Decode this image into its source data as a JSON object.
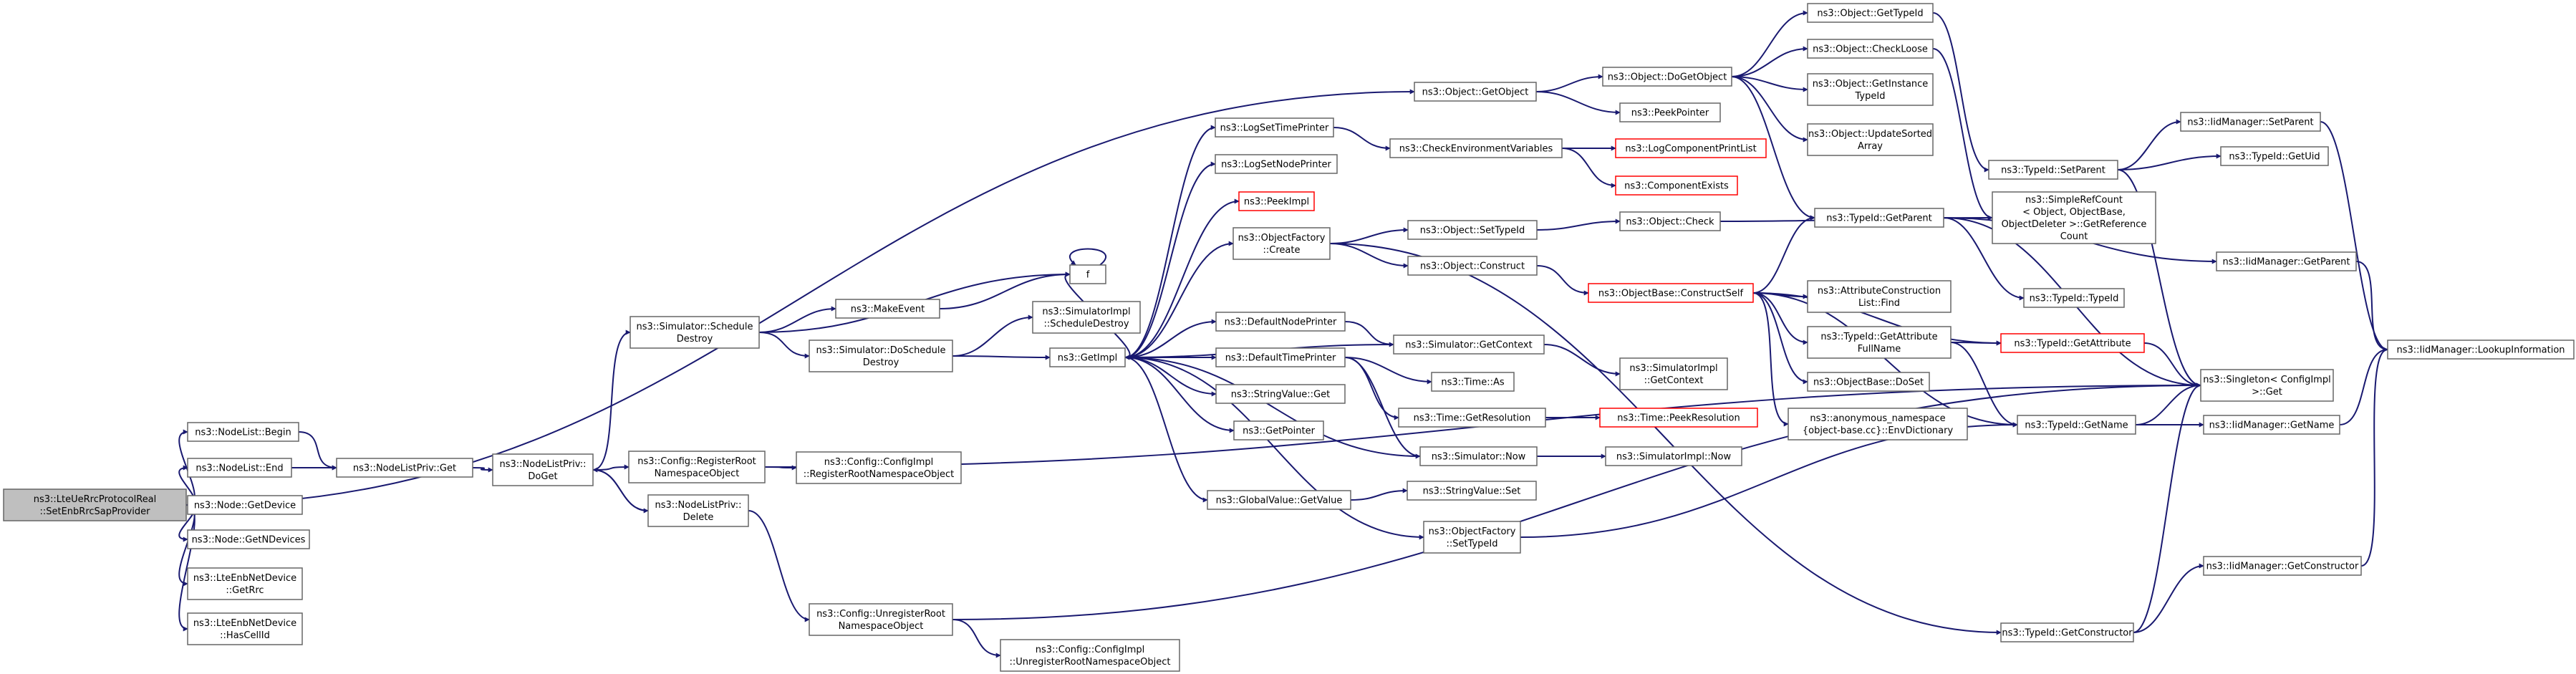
{
  "colors": {
    "edge": "#191970",
    "node_border": "#666666",
    "root_fill": "#bfbfbf",
    "red_border": "#ff0000",
    "node_fill": "#ffffff"
  },
  "nodes": {
    "root": [
      "ns3::LteUeRrcProtocolReal",
      "::SetEnbRrcSapProvider"
    ],
    "nodelist_begin": [
      "ns3::NodeList::Begin"
    ],
    "nodelist_end": [
      "ns3::NodeList::End"
    ],
    "node_getdevice": [
      "ns3::Node::GetDevice"
    ],
    "node_getndevices": [
      "ns3::Node::GetNDevices"
    ],
    "enb_getrrc": [
      "ns3::LteEnbNetDevice",
      "::GetRrc"
    ],
    "enb_hascellid": [
      "ns3::LteEnbNetDevice",
      "::HasCellId"
    ],
    "nlp_get": [
      "ns3::NodeListPriv::Get"
    ],
    "nlp_doget": [
      "ns3::NodeListPriv::",
      "DoGet"
    ],
    "sim_schedule_destroy": [
      "ns3::Simulator::Schedule",
      "Destroy"
    ],
    "nlp_delete": [
      "ns3::NodeListPriv::",
      "Delete"
    ],
    "cfg_register": [
      "ns3::Config::RegisterRoot",
      "NamespaceObject"
    ],
    "cfg_impl_register": [
      "ns3::Config::ConfigImpl",
      "::RegisterRootNamespaceObject"
    ],
    "cfg_unregister": [
      "ns3::Config::UnregisterRoot",
      "NamespaceObject"
    ],
    "cfg_impl_unregister": [
      "ns3::Config::ConfigImpl",
      "::UnregisterRootNamespaceObject"
    ],
    "make_event": [
      "ns3::MakeEvent"
    ],
    "f": [
      "f"
    ],
    "sim_do_schedule_destroy": [
      "ns3::Simulator::DoSchedule",
      "Destroy"
    ],
    "simimpl_schedule_destroy": [
      "ns3::SimulatorImpl",
      "::ScheduleDestroy"
    ],
    "getimpl": [
      "ns3::GetImpl"
    ],
    "log_set_time": [
      "ns3::LogSetTimePrinter"
    ],
    "log_set_node": [
      "ns3::LogSetNodePrinter"
    ],
    "peek_impl": [
      "ns3::PeekImpl"
    ],
    "objfactory_create": [
      "ns3::ObjectFactory",
      "::Create"
    ],
    "default_node_printer": [
      "ns3::DefaultNodePrinter"
    ],
    "default_time_printer": [
      "ns3::DefaultTimePrinter"
    ],
    "stringvalue_get": [
      "ns3::StringValue::Get"
    ],
    "getpointer": [
      "ns3::GetPointer"
    ],
    "globalvalue_getvalue": [
      "ns3::GlobalValue::GetValue"
    ],
    "objfactory_settypeid": [
      "ns3::ObjectFactory",
      "::SetTypeId"
    ],
    "check_env": [
      "ns3::CheckEnvironmentVariables"
    ],
    "log_component_print": [
      "ns3::LogComponentPrintList"
    ],
    "component_exists": [
      "ns3::ComponentExists"
    ],
    "object_settypeid": [
      "ns3::Object::SetTypeId"
    ],
    "object_construct": [
      "ns3::Object::Construct"
    ],
    "sim_getcontext": [
      "ns3::Simulator::GetContext"
    ],
    "time_as": [
      "ns3::Time::As"
    ],
    "time_getresolution": [
      "ns3::Time::GetResolution"
    ],
    "sim_now": [
      "ns3::Simulator::Now"
    ],
    "stringvalue_set": [
      "ns3::StringValue::Set"
    ],
    "object_getobject": [
      "ns3::Object::GetObject"
    ],
    "object_dogetobject": [
      "ns3::Object::DoGetObject"
    ],
    "peekpointer": [
      "ns3::PeekPointer"
    ],
    "object_check": [
      "ns3::Object::Check"
    ],
    "objbase_constructself": [
      "ns3::ObjectBase::ConstructSelf"
    ],
    "simimpl_getcontext": [
      "ns3::SimulatorImpl",
      "::GetContext"
    ],
    "time_peekresolution": [
      "ns3::Time::PeekResolution"
    ],
    "simimpl_now": [
      "ns3::SimulatorImpl::Now"
    ],
    "object_gettypeid": [
      "ns3::Object::GetTypeId"
    ],
    "object_checkloose": [
      "ns3::Object::CheckLoose"
    ],
    "object_getinstancetypeid": [
      "ns3::Object::GetInstance",
      "TypeId"
    ],
    "object_updatesortedarray": [
      "ns3::Object::UpdateSorted",
      "Array"
    ],
    "typeid_getparent": [
      "ns3::TypeId::GetParent"
    ],
    "attr_construction_find": [
      "ns3::AttributeConstruction",
      "List::Find"
    ],
    "typeid_getattributefullname": [
      "ns3::TypeId::GetAttribute",
      "FullName"
    ],
    "objbase_doset": [
      "ns3::ObjectBase::DoSet"
    ],
    "anon_envdictionary": [
      "ns3::anonymous_namespace",
      "{object-base.cc}::EnvDictionary"
    ],
    "typeid_getconstructor": [
      "ns3::TypeId::GetConstructor"
    ],
    "typeid_setparent": [
      "ns3::TypeId::SetParent"
    ],
    "simplerefcount": [
      "ns3::SimpleRefCount",
      "< Object, ObjectBase,",
      " ObjectDeleter >::GetReference",
      "Count"
    ],
    "typeid_typeid": [
      "ns3::TypeId::TypeId"
    ],
    "typeid_getattribute": [
      "ns3::TypeId::GetAttribute"
    ],
    "typeid_getname": [
      "ns3::TypeId::GetName"
    ],
    "iidmanager_setparent": [
      "ns3::IidManager::SetParent"
    ],
    "typeid_getuid": [
      "ns3::TypeId::GetUid"
    ],
    "iidmanager_getparent": [
      "ns3::IidManager::GetParent"
    ],
    "singleton_get": [
      "ns3::Singleton< ConfigImpl",
      " >::Get"
    ],
    "iidmanager_getname": [
      "ns3::IidManager::GetName"
    ],
    "iidmanager_getconstructor": [
      "ns3::IidManager::GetConstructor"
    ],
    "iidmanager_lookupinformation": [
      "ns3::IidManager::LookupInformation"
    ]
  }
}
